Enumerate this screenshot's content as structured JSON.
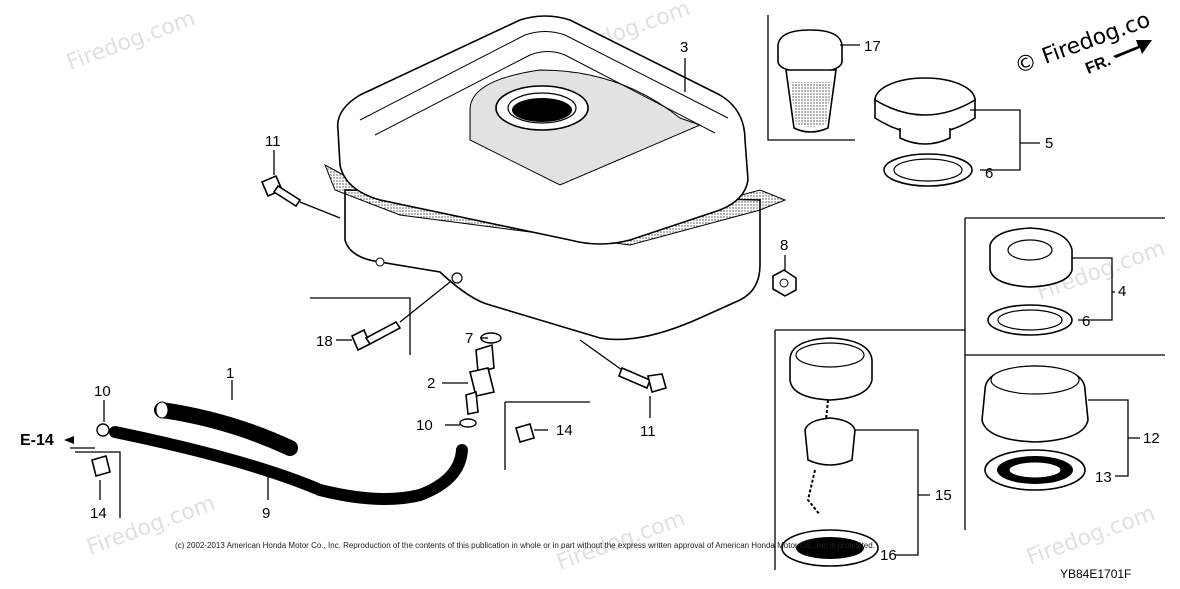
{
  "watermark": {
    "brand": "Firedog.com",
    "corner": "© Firedog.co"
  },
  "direction_label": "FR.",
  "reference": "E-14",
  "callouts": [
    "1",
    "2",
    "3",
    "4",
    "5",
    "6",
    "7",
    "8",
    "9",
    "10",
    "11",
    "12",
    "13",
    "14",
    "15",
    "16",
    "17",
    "18"
  ],
  "copyright": "(c) 2002-2013 American Honda Motor Co., Inc. Reproduction of the contents of this publication in whole or in part without the express written approval of American Honda Motor Co., Inc is prohibited.",
  "diagram_code": "YB84E1701F"
}
